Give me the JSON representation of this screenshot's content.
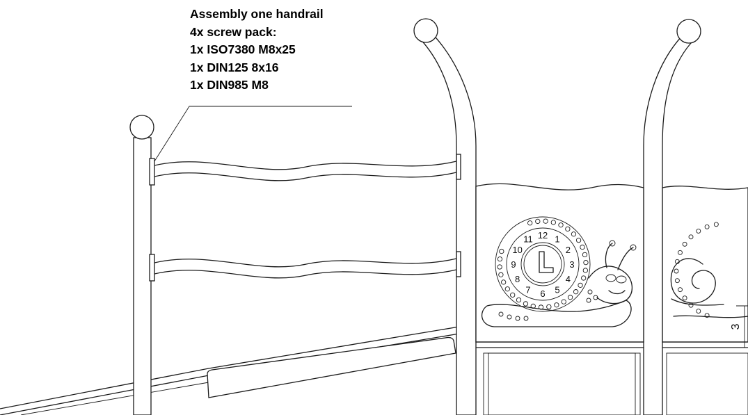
{
  "callout": {
    "lines": [
      "Assembly one handrail",
      "4x screw pack:",
      "1x ISO7380 M8x25",
      "1x DIN125 8x16",
      "1x DIN985 M8"
    ]
  },
  "clock_numbers": [
    "12",
    "1",
    "2",
    "3",
    "4",
    "5",
    "6",
    "7",
    "8",
    "9",
    "10",
    "11"
  ],
  "dimension_label": "3"
}
